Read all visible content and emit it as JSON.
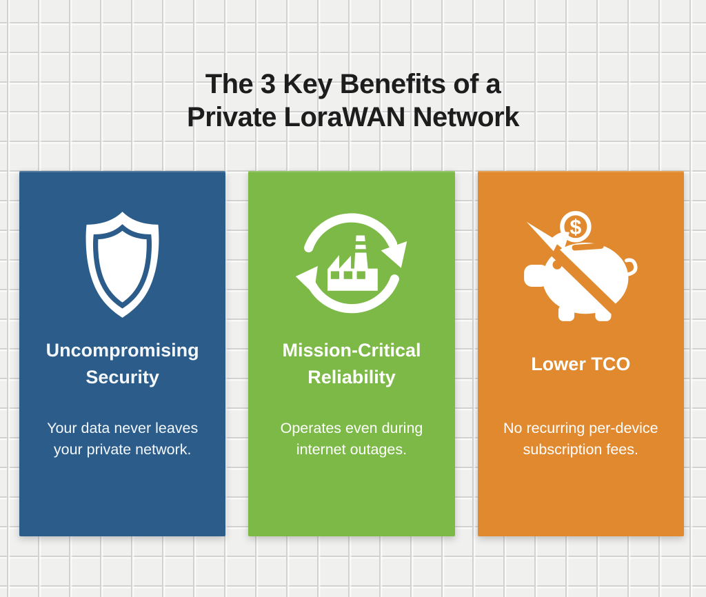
{
  "page": {
    "title": "The 3 Key Benefits of a\nPrivate LoraWAN Network",
    "title_color": "#1d1d1d",
    "background_color": "#f0f0ef",
    "grid_line_color": "#d2d2d2"
  },
  "cards": [
    {
      "id": "uncompromising-security",
      "icon": "shield-icon",
      "color": "#2c5d8a",
      "text_color": "#f4f8fc",
      "title": "Uncompromising\nSecurity",
      "body": "Your data never leaves\nyour private network."
    },
    {
      "id": "mission-critical-reliability",
      "icon": "factory-cycle-icon",
      "color": "#7cb946",
      "text_color": "#ffffff",
      "title": "Mission-Critical\nReliability",
      "body": "Operates even during\ninternet outages."
    },
    {
      "id": "lower-tco",
      "icon": "piggy-bank-no-fees-icon",
      "color": "#e1892e",
      "text_color": "#ffffff",
      "title": "Lower TCO",
      "body": "No recurring per-device\nsubscription fees."
    }
  ]
}
